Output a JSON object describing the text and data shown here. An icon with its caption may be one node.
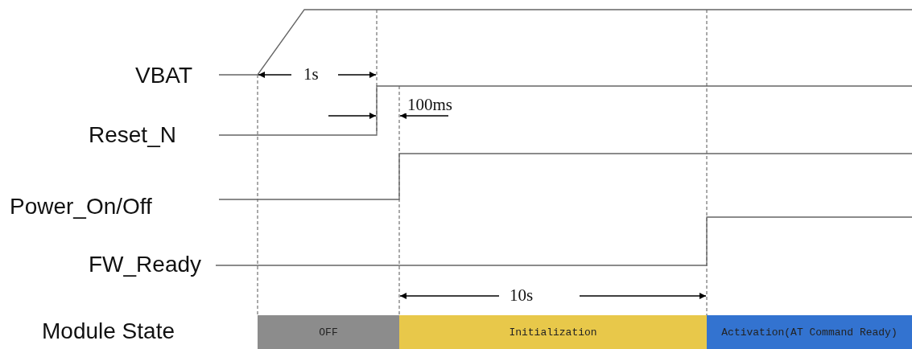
{
  "diagram": {
    "nodes": [
      {
        "text": [
          "OFF"
        ]
      },
      {
        "text": [
          "Initialization"
        ]
      },
      {
        "text": [
          "Activation(AT Command Ready)"
        ]
      }
    ],
    "labels": [
      "VBAT",
      "1s",
      "100ms",
      "Reset_N",
      "Power_On/Off",
      "FW_Ready",
      "10s",
      "Module State"
    ]
  }
}
